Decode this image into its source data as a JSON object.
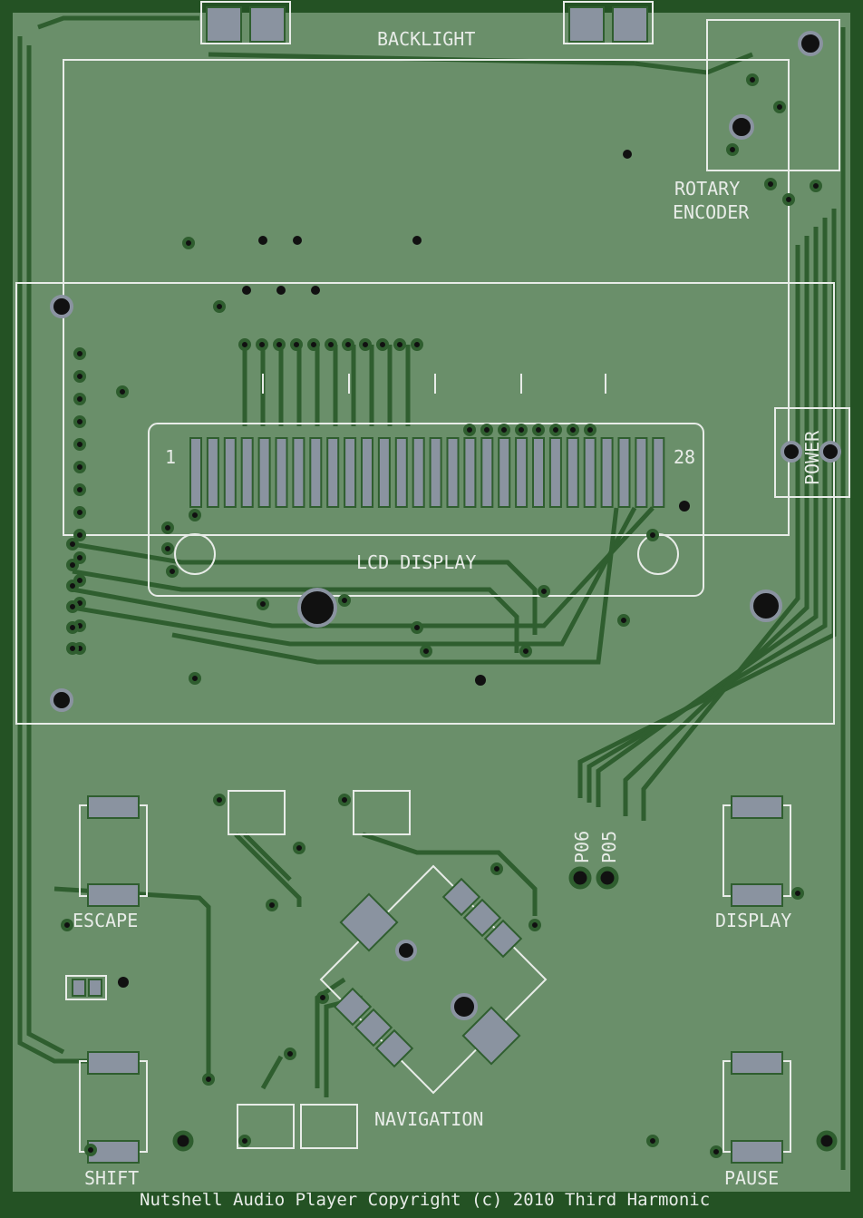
{
  "board": {
    "title": "Nutshell Audio Player Copyright (c) 2010 Third Harmonic",
    "colors": {
      "outline": "#245224",
      "board": "#6a8f6a",
      "trace": "#2f5e2f",
      "pad": "#8a93a0",
      "silk": "#e8ece8",
      "hole": "#111111"
    }
  },
  "labels": {
    "backlight": "BACKLIGHT",
    "rotary": "ROTARY",
    "encoder": "ENCODER",
    "power": "POWER",
    "lcd_display": "LCD DISPLAY",
    "pin_first": "1",
    "pin_last": "28",
    "p06": "P06",
    "p05": "P05",
    "escape": "ESCAPE",
    "display": "DISPLAY",
    "shift": "SHIFT",
    "pause": "PAUSE",
    "navigation": "NAVIGATION"
  }
}
